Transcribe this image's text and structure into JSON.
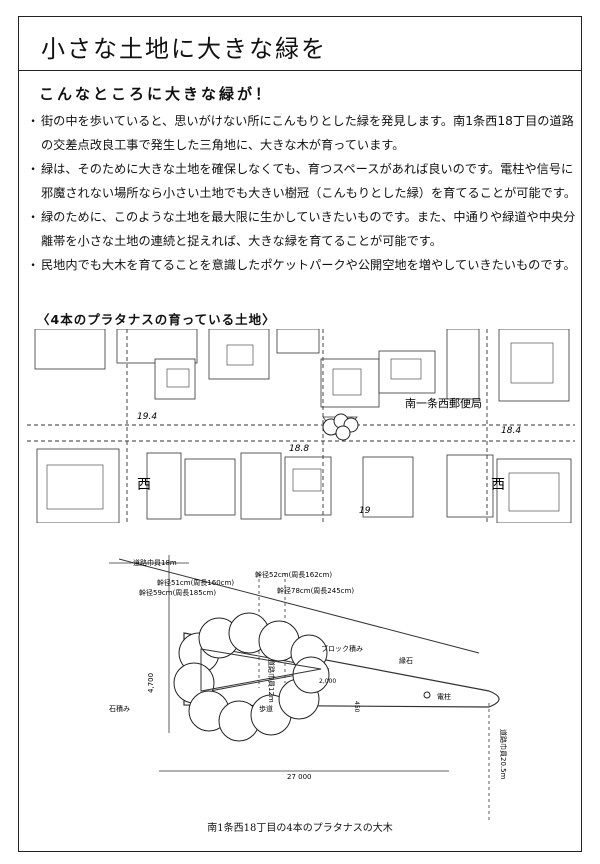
{
  "title": "小さな土地に大きな緑を",
  "subheading": "こんなところに大きな緑が！",
  "bullets": [
    "街の中を歩いていると、思いがけない所にこんもりとした緑を発見します。南1条西18丁目の道路の交差点改良工事で発生した三角地に、大きな木が育っています。",
    "緑は、そのために大きな土地を確保しなくても、育つスペースがあれば良いのです。電柱や信号に邪魔されない場所なら小さい土地でも大きい樹冠（こんもりとした緑）を育てることが可能です。",
    "緑のために、このような土地を最大限に生かしていきたいものです。また、中通りや緑道や中央分離帯を小さな土地の連続と捉えれば、大きな緑を育てることが可能です。",
    "民地内でも大木を育てることを意識したポケットパークや公開空地を増やしていきたいものです。"
  ],
  "map": {
    "caption": "〈4本のプラタナスの育っている土地〉",
    "post_office_label": "南一条西郵便局",
    "label_nishi_left": "西",
    "label_nishi_right": "西",
    "elev_19_4": "19.4",
    "elev_18_8": "18.8",
    "elev_18_4": "18.4",
    "elev_19": "19"
  },
  "plan": {
    "road_width_top": "道路巾員18m",
    "trunk_1": "幹径51cm(周長160cm)",
    "trunk_2": "幹径52cm(周長162cm)",
    "trunk_3": "幹径59cm(周長185cm)",
    "trunk_4": "幹径78cm(周長245cm)",
    "road_width_12": "道路巾員12m",
    "block_wall": "ブロック積み",
    "curb": "縁石",
    "stone_wall": "石積み",
    "sidewalk": "歩道",
    "pole": "電柱",
    "dim_4700": "4,700",
    "dim_27000": "27 000",
    "road_width_20": "道路巾員20.5m",
    "small_a": "2,000",
    "small_b": "450"
  },
  "plan_caption": "南1条西18丁目の4本のプラタナスの大木"
}
